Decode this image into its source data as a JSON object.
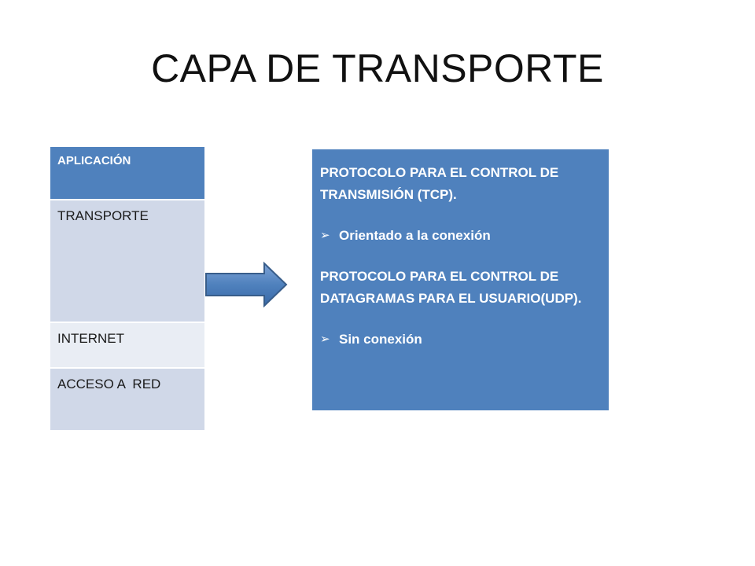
{
  "title": "CAPA DE TRANSPORTE",
  "layers": [
    "APLICACIÓN",
    "TRANSPORTE",
    "INTERNET",
    "ACCESO A  RED"
  ],
  "arrow_icon": "right-arrow-icon",
  "info_box": {
    "tcp_title": "PROTOCOLO PARA EL CONTROL DE TRANSMISIÓN (TCP).",
    "tcp_bullet": "Orientado a la conexión",
    "udp_title": "PROTOCOLO PARA EL CONTROL DE DATAGRAMAS PARA EL USUARIO(UDP).",
    "udp_bullet": "Sin conexión",
    "bullet_icon": "chevron-bullet-icon"
  },
  "colors": {
    "blue": "#4f81bd",
    "light_row": "#d0d8e8",
    "lighter_row": "#e9edf4",
    "arrow_outline": "#385d8a"
  }
}
